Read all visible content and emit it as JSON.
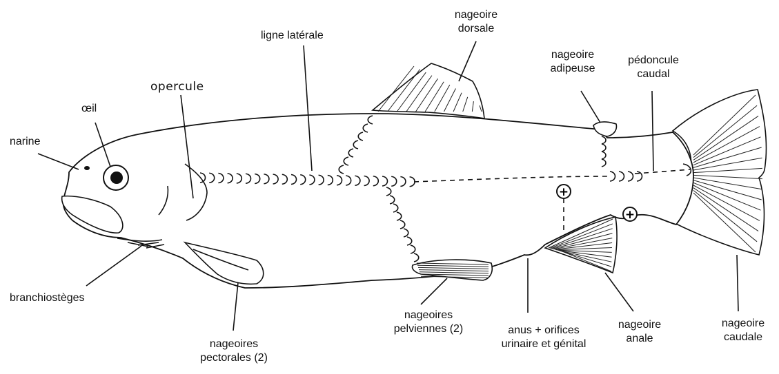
{
  "labels": {
    "narine": "narine",
    "oeil": "œil",
    "opercule": "opercule",
    "ligne_laterale": "ligne latérale",
    "nageoire_dorsale_1": "nageoire",
    "nageoire_dorsale_2": "dorsale",
    "nageoire_adipeuse_1": "nageoire",
    "nageoire_adipeuse_2": "adipeuse",
    "pedoncule_caudal_1": "pédoncule",
    "pedoncule_caudal_2": "caudal",
    "branchiosteges": "branchiostèges",
    "nageoires_pectorales_1": "nageoires",
    "nageoires_pectorales_2": "pectorales (2)",
    "nageoires_pelviennes_1": "nageoires",
    "nageoires_pelviennes_2": "pelviennes (2)",
    "anus_1": "anus + orifices",
    "anus_2": "urinaire et génital",
    "nageoire_anale_1": "nageoire",
    "nageoire_anale_2": "anale",
    "nageoire_caudale_1": "nageoire",
    "nageoire_caudale_2": "caudale"
  },
  "markers": {
    "plus_symbol": "+"
  }
}
